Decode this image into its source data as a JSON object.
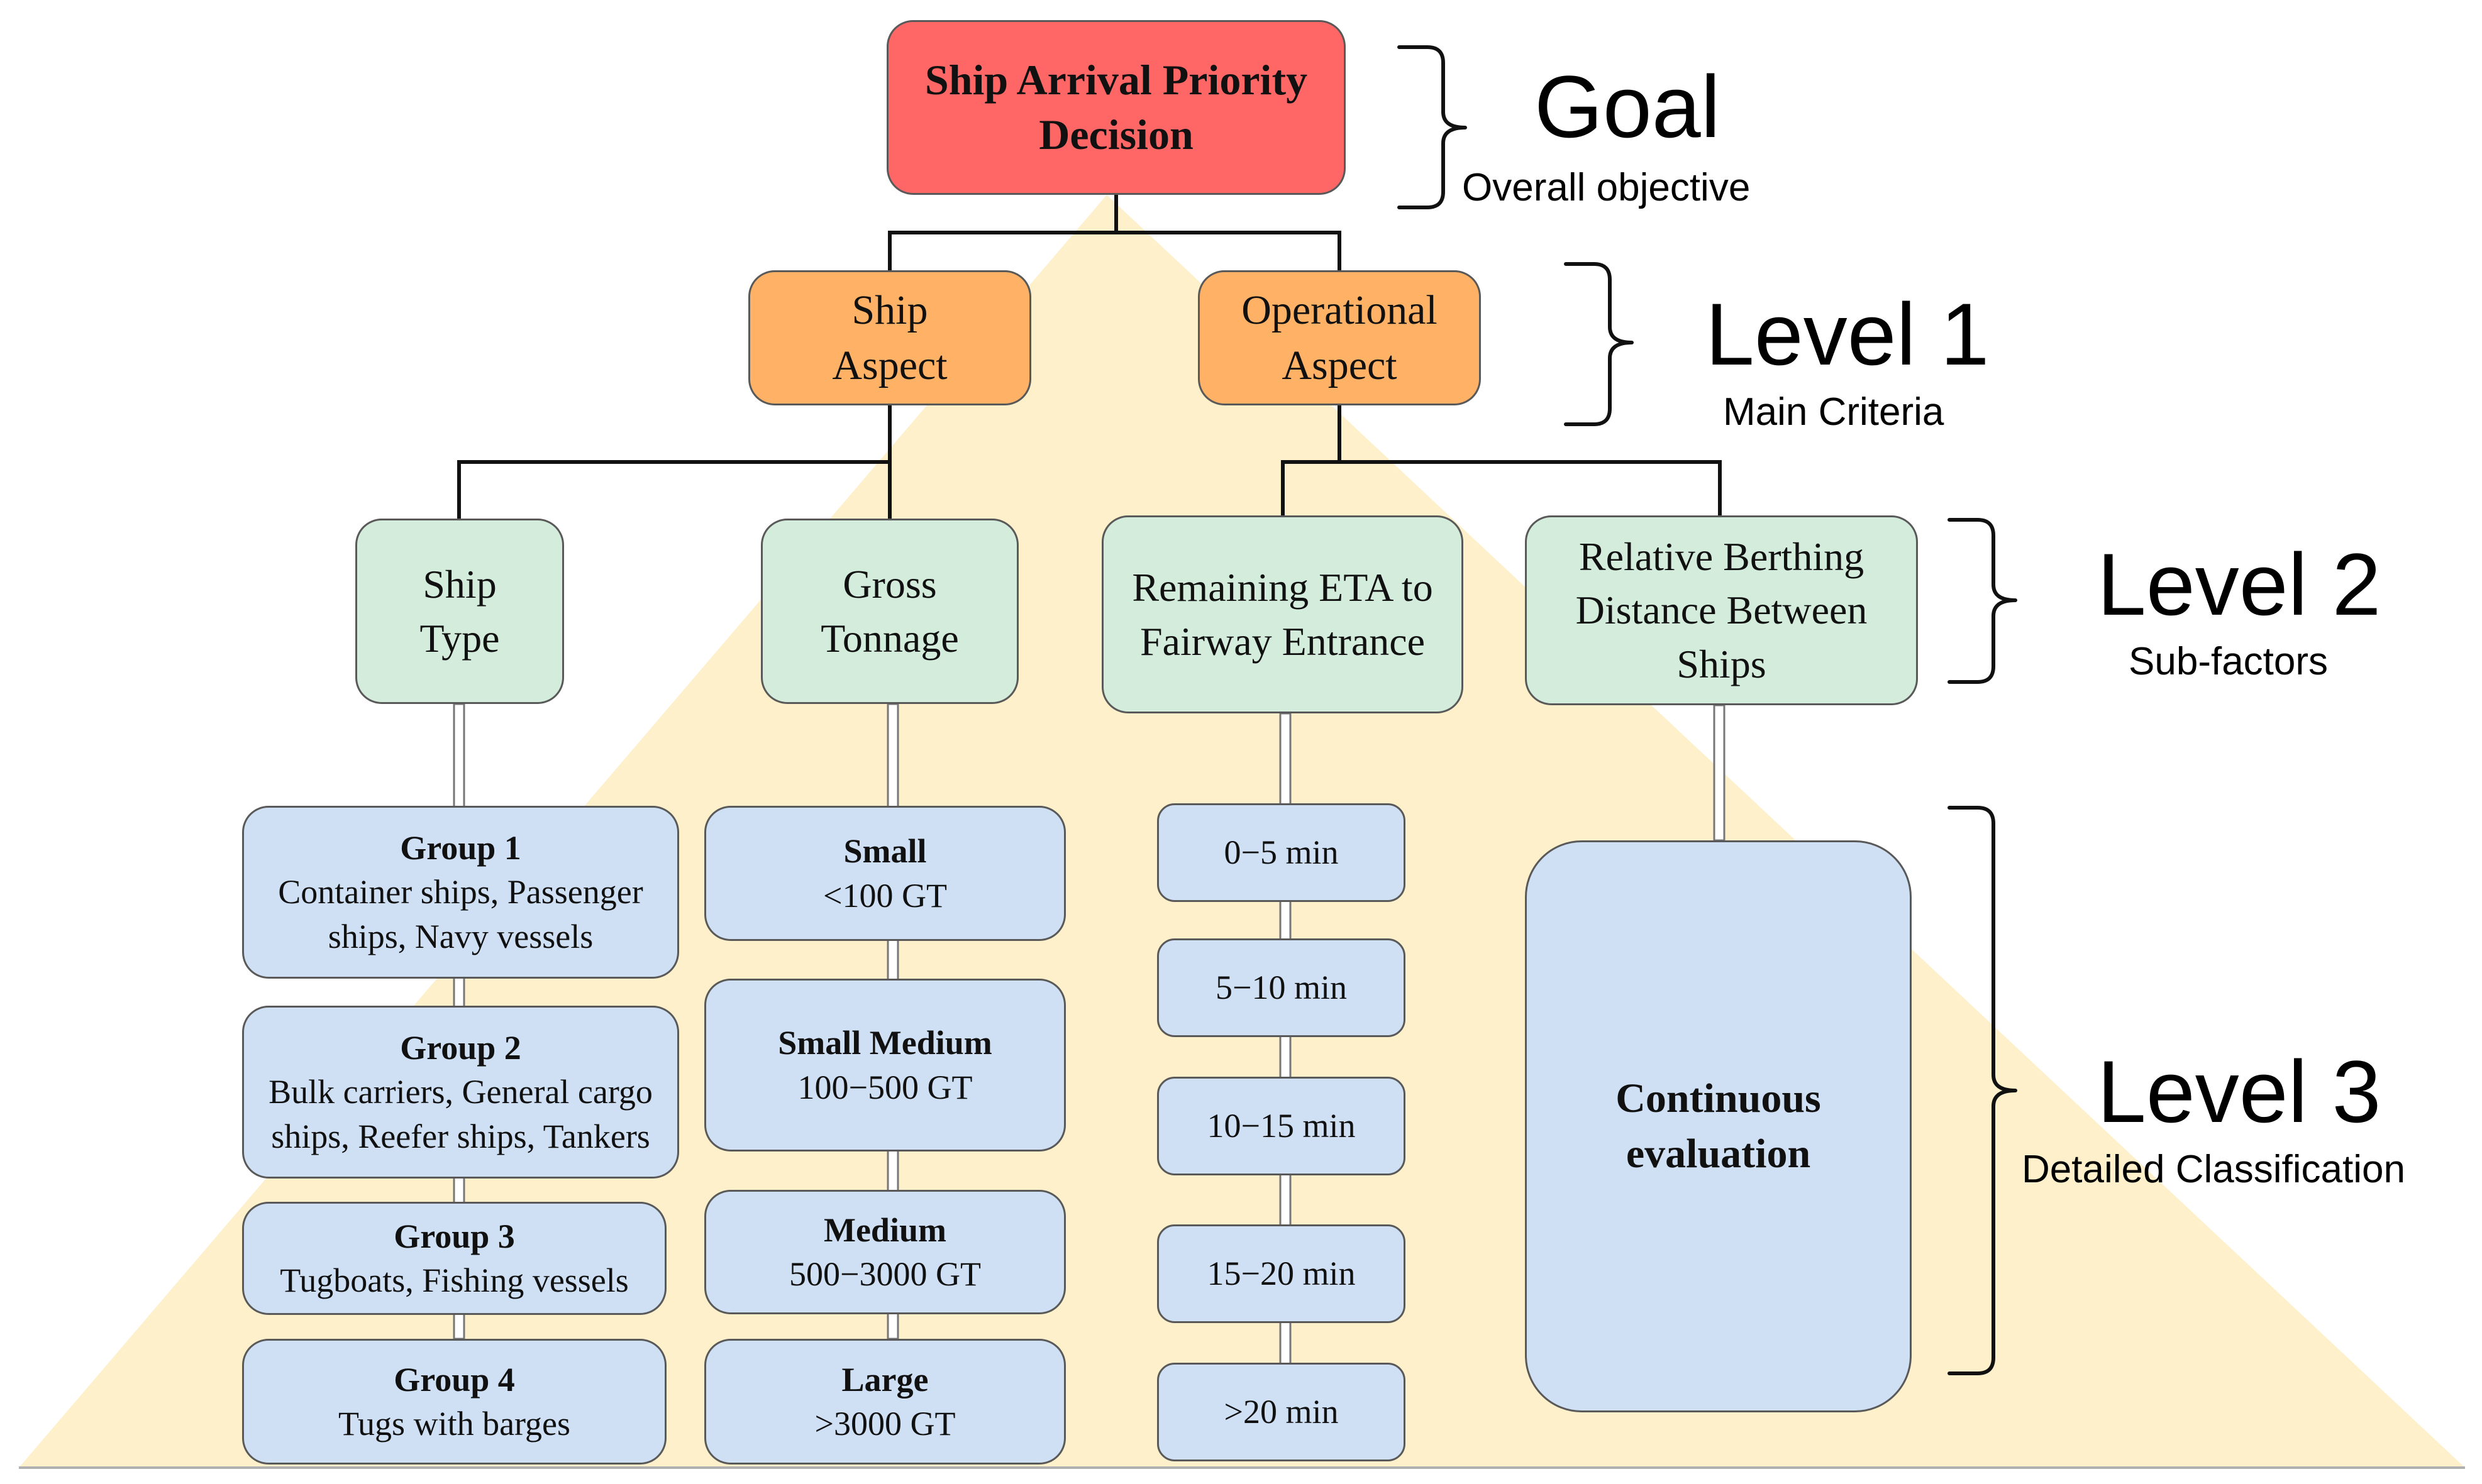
{
  "goal": {
    "line1": "Ship Arrival Priority",
    "line2": "Decision"
  },
  "level1": {
    "ship_aspect": {
      "line1": "Ship",
      "line2": "Aspect"
    },
    "operational_aspect": {
      "line1": "Operational",
      "line2": "Aspect"
    }
  },
  "level2": {
    "ship_type": {
      "line1": "Ship",
      "line2": "Type"
    },
    "gross_tonnage": {
      "line1": "Gross",
      "line2": "Tonnage"
    },
    "remaining_eta": {
      "line1": "Remaining ETA to",
      "line2": "Fairway Entrance"
    },
    "relative_berthing": {
      "line1": "Relative Berthing",
      "line2": "Distance Between",
      "line3": "Ships"
    }
  },
  "level3": {
    "ship_type_groups": [
      {
        "title": "Group 1",
        "line1": "Container ships, Passenger",
        "line2": "ships, Navy vessels"
      },
      {
        "title": "Group 2",
        "line1": "Bulk carriers, General cargo",
        "line2": "ships, Reefer ships, Tankers"
      },
      {
        "title": "Group 3",
        "line1": "Tugboats, Fishing vessels"
      },
      {
        "title": "Group 4",
        "line1": "Tugs with barges"
      }
    ],
    "tonnage_classes": [
      {
        "title": "Small",
        "line1": "<100 GT"
      },
      {
        "title": "Small Medium",
        "line1": "100−500 GT"
      },
      {
        "title": "Medium",
        "line1": "500−3000 GT"
      },
      {
        "title": "Large",
        "line1": ">3000 GT"
      }
    ],
    "eta_ranges": [
      "0−5 min",
      "5−10 min",
      "10−15 min",
      "15−20 min",
      ">20 min"
    ],
    "continuous": {
      "line1": "Continuous",
      "line2": "evaluation"
    }
  },
  "side_labels": {
    "goal": {
      "title": "Goal",
      "subtitle": "Overall objective"
    },
    "level1": {
      "title": "Level 1",
      "subtitle": "Main Criteria"
    },
    "level2": {
      "title": "Level 2",
      "subtitle": "Sub-factors"
    },
    "level3": {
      "title": "Level 3",
      "subtitle": "Detailed Classification"
    }
  },
  "colors": {
    "goal": "#ff6666",
    "level1": "#ffb266",
    "level2": "#d3ecdb",
    "level3": "#cfe0f4",
    "triangle": "#fdf0ca",
    "line": "#111111"
  }
}
